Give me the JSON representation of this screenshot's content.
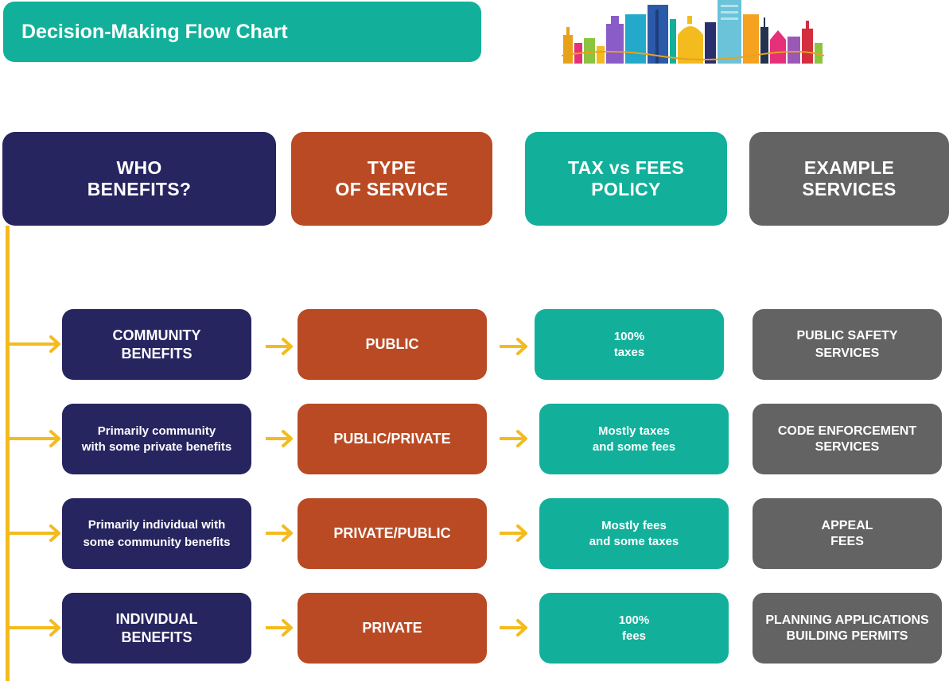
{
  "title": "Decision-Making Flow Chart",
  "colors": {
    "navy": "#272560",
    "rust": "#b94a24",
    "teal": "#12b09a",
    "gray": "#636363",
    "arrow": "#f4bb1f"
  },
  "headers": [
    "WHO\nBENEFITS?",
    "TYPE\nOF SERVICE",
    "TAX vs FEES\nPOLICY",
    "EXAMPLE\nSERVICES"
  ],
  "rows": [
    {
      "who": "COMMUNITY\nBENEFITS",
      "type": "PUBLIC",
      "policy": "100%\ntaxes",
      "example": "PUBLIC SAFETY\nSERVICES"
    },
    {
      "who": "Primarily community\nwith some private benefits",
      "type": "PUBLIC/PRIVATE",
      "policy": "Mostly taxes\nand some fees",
      "example": "CODE ENFORCEMENT\nSERVICES"
    },
    {
      "who": "Primarily individual with\nsome community benefits",
      "type": "PRIVATE/PUBLIC",
      "policy": "Mostly fees\nand some taxes",
      "example": "APPEAL\nFEES"
    },
    {
      "who": "INDIVIDUAL\nBENEFITS",
      "type": "PRIVATE",
      "policy": "100%\nfees",
      "example": "PLANNING APPLICATIONS\nBUILDING PERMITS"
    }
  ]
}
